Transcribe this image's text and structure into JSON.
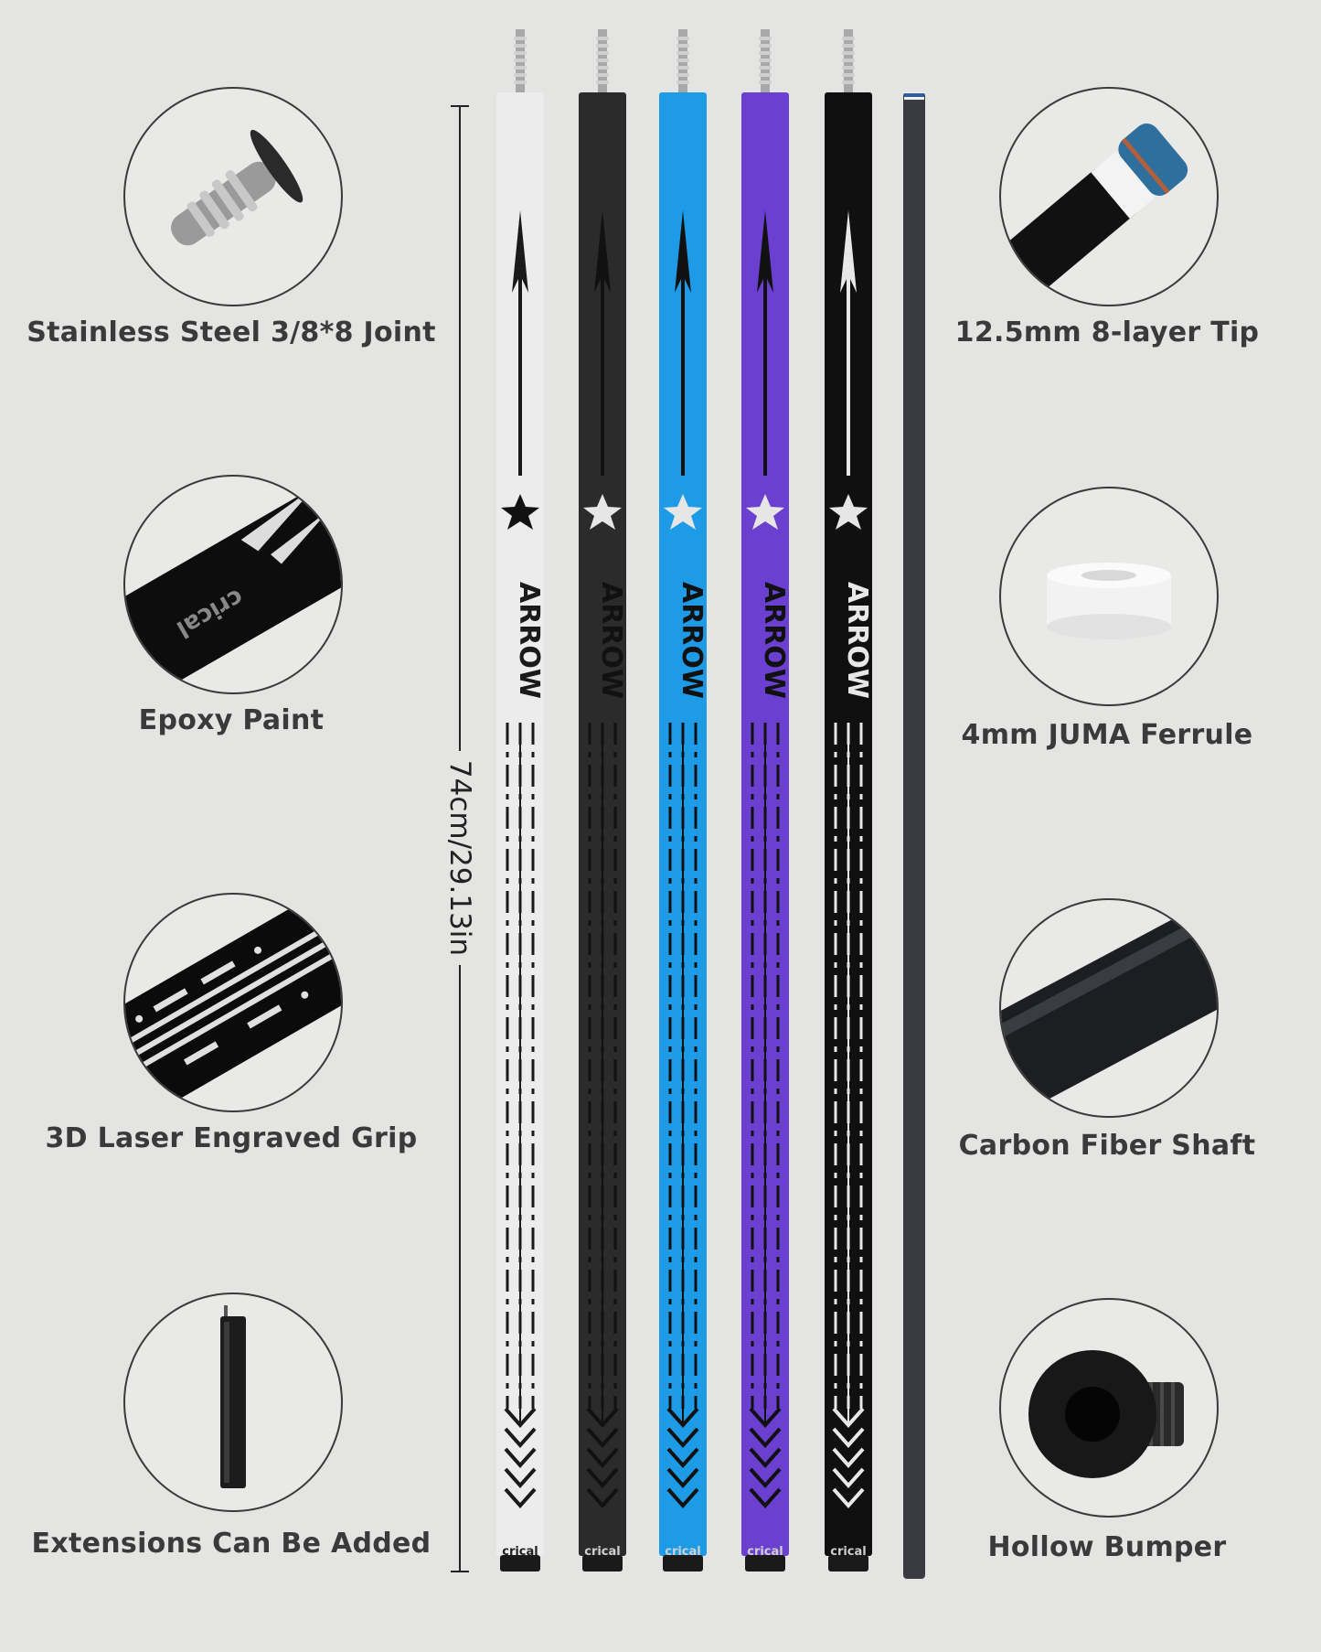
{
  "features_left": [
    {
      "label": "Stainless Steel 3/8*8 Joint",
      "icon": "joint-pin-icon"
    },
    {
      "label": "Epoxy Paint",
      "icon": "epoxy-paint-icon"
    },
    {
      "label": "3D Laser Engraved Grip",
      "icon": "laser-grip-icon"
    },
    {
      "label": "Extensions Can Be Added",
      "icon": "extension-icon"
    }
  ],
  "features_right": [
    {
      "label": "12.5mm 8-layer Tip",
      "icon": "cue-tip-icon"
    },
    {
      "label": "4mm JUMA Ferrule",
      "icon": "ferrule-icon"
    },
    {
      "label": "Carbon Fiber Shaft",
      "icon": "carbon-shaft-icon"
    },
    {
      "label": "Hollow Bumper",
      "icon": "bumper-icon"
    }
  ],
  "dimension": "74cm/29.13in",
  "cues": [
    {
      "color": "#ececec",
      "ink": "#1a1a1a",
      "brand": "crical",
      "model": "ARROW"
    },
    {
      "color": "#2b2b2b",
      "ink": "#111111",
      "brand": "crical",
      "model": "ARROW"
    },
    {
      "color": "#1e9be6",
      "ink": "#111111",
      "brand": "crical",
      "model": "ARROW"
    },
    {
      "color": "#6b3fd0",
      "ink": "#111111",
      "brand": "crical",
      "model": "ARROW"
    },
    {
      "color": "#101010",
      "ink": "#e8e8e8",
      "brand": "crical",
      "model": "ARROW"
    }
  ],
  "shaft_color": "#3a3b40"
}
